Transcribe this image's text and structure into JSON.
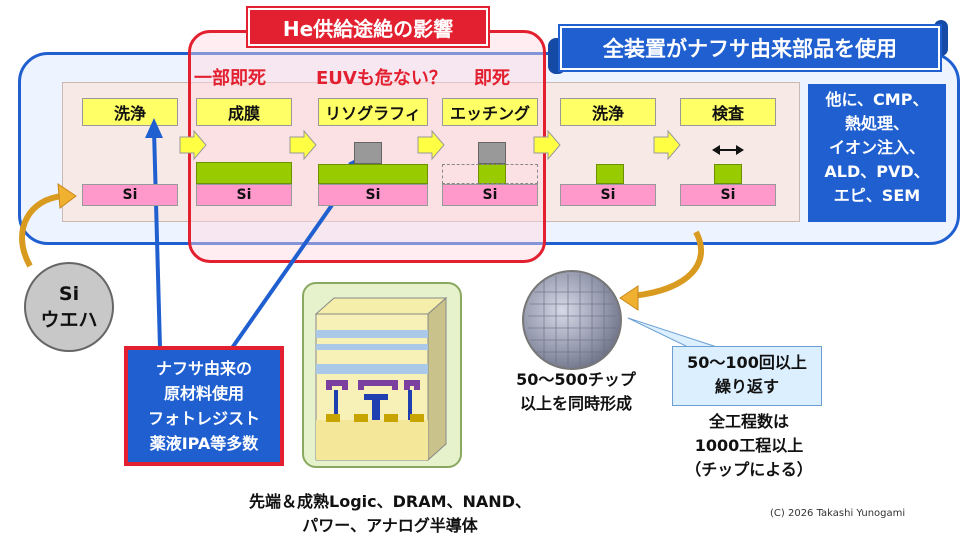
{
  "banner_he": "He供給途絶の影響",
  "banner_all": "全装置がナフサ由来部品を使用",
  "impact_labels": {
    "partial_death": "一部即死",
    "euv_danger": "EUVも危ない？",
    "instant_death": "即死"
  },
  "steps": [
    {
      "label": "洗浄"
    },
    {
      "label": "成膜"
    },
    {
      "label": "リソグラフィ"
    },
    {
      "label": "エッチング"
    },
    {
      "label": "洗浄"
    },
    {
      "label": "検査"
    }
  ],
  "si_label": "Si",
  "inspect_icon": "double-arrow-icon",
  "others": [
    "他に、CMP、",
    "熱処理、",
    "イオン注入、",
    "ALD、PVD、",
    "エピ、SEM"
  ],
  "wafer_circle": [
    "Si",
    "ウエハ"
  ],
  "naphtha_box": [
    "ナフサ由来の",
    "原材料使用",
    "フォトレジスト",
    "薬液IPA等多数"
  ],
  "chips_text": [
    "50～500チップ",
    "以上を同時形成"
  ],
  "repeat_callout": [
    "50～100回以上",
    "繰り返す"
  ],
  "total_steps": [
    "全工程数は",
    "1000工程以上",
    "（チップによる）"
  ],
  "devices_text": [
    "先端＆成熟Logic、DRAM、NAND、",
    "パワー、アナログ半導体"
  ],
  "copyright": "(C)  2026 Takashi Yunogami",
  "colors": {
    "red": "#e3202f",
    "blue": "#1f5fd0",
    "yellow": "#ffff66",
    "si_pink": "#ff99cc",
    "film_green": "#99cc00",
    "resist_gray": "#999999",
    "arrow_orange": "#f0b030"
  }
}
